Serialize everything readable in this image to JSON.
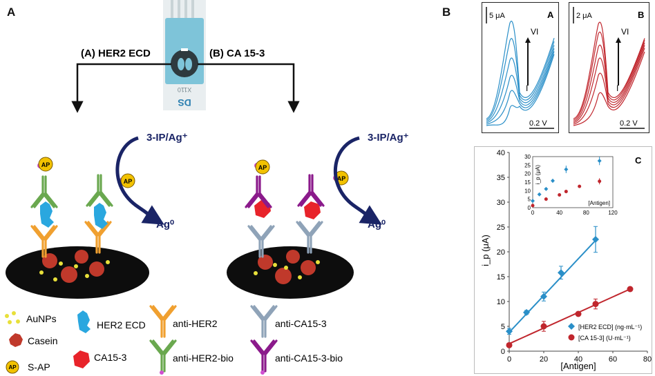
{
  "panels": {
    "A": "A",
    "B": "B"
  },
  "scheme": {
    "branch_left": "(A) HER2 ECD",
    "branch_right": "(B) CA 15-3",
    "electrode_text_1": "DS",
    "electrode_text_2": "X110",
    "reagent_left": "3-IP/Ag⁺",
    "product_left": "Ag⁰",
    "reagent_right": "3-IP/Ag⁺",
    "product_right": "Ag⁰",
    "ap_label": "AP",
    "colors": {
      "electrode_blue": "#7ec4d9",
      "anti_her2": "#f0a030",
      "anti_her2_bio": "#6aa84f",
      "anti_ca153": "#8fa3b8",
      "anti_ca153_bio": "#8b1a8b",
      "her2": "#2aa7df",
      "ca153": "#e8232a",
      "casein": "#c0392b",
      "aunp": "#e8e03a",
      "ap": "#f2c200",
      "arrow": "#1a2466"
    }
  },
  "legend": {
    "aunps": "AuNPs",
    "casein": "Casein",
    "sap": "S-AP",
    "her2": "HER2 ECD",
    "ca153": "CA15-3",
    "anti_her2": "anti-HER2",
    "anti_her2_bio": "anti-HER2-bio",
    "anti_ca153": "anti-CA15-3",
    "anti_ca153_bio": "anti-CA15-3-bio"
  },
  "cv_plots": [
    {
      "letter": "A",
      "scale": "5 μA",
      "xscale": "0.2 V",
      "top_label": "VI",
      "bottom_label": "I",
      "color": "#2a8fc8",
      "peak_heights": [
        0.18,
        0.32,
        0.46,
        0.62,
        0.8,
        0.96
      ]
    },
    {
      "letter": "B",
      "scale": "2 μA",
      "xscale": "0.2 V",
      "top_label": "VI",
      "bottom_label": "I",
      "color": "#c0262d",
      "peak_heights": [
        0.3,
        0.48,
        0.62,
        0.74,
        0.86,
        0.95
      ]
    }
  ],
  "chart_data": {
    "type": "scatter",
    "panel_letter": "C",
    "xlabel": "[Antigen]",
    "ylabel": "i_p (μA)",
    "xlim": [
      0,
      80
    ],
    "ylim": [
      0,
      40
    ],
    "xticks": [
      0,
      20,
      40,
      60,
      80
    ],
    "yticks": [
      0,
      5,
      10,
      15,
      20,
      25,
      30,
      35,
      40
    ],
    "series": [
      {
        "name": "[HER2 ECD] (ng·mL⁻¹)",
        "color": "#2a8fc8",
        "marker": "diamond",
        "x": [
          0,
          10,
          20,
          30,
          50
        ],
        "y": [
          4.0,
          7.8,
          11.0,
          15.8,
          22.5
        ],
        "err": [
          0.6,
          0.4,
          0.9,
          1.3,
          2.6
        ],
        "fit": [
          [
            0,
            3.8
          ],
          [
            50,
            22.3
          ]
        ]
      },
      {
        "name": "[CA 15-3] (U·mL⁻¹)",
        "color": "#c0262d",
        "marker": "circle",
        "x": [
          0,
          20,
          40,
          50,
          70
        ],
        "y": [
          1.2,
          5.0,
          7.5,
          9.5,
          12.5
        ],
        "err": [
          0.2,
          1.0,
          0.3,
          1.0,
          0.4
        ],
        "fit": [
          [
            0,
            1.5
          ],
          [
            70,
            12.5
          ]
        ]
      }
    ],
    "inset": {
      "xlabel": "[Antigen]",
      "ylabel": "i_p (μA)",
      "xlim": [
        0,
        120
      ],
      "ylim": [
        0,
        30
      ],
      "xticks": [
        0,
        40,
        80,
        120
      ],
      "yticks": [
        0,
        5,
        10,
        15,
        20,
        25,
        30
      ],
      "series": [
        {
          "color": "#2a8fc8",
          "marker": "diamond",
          "x": [
            0,
            10,
            20,
            30,
            50,
            100
          ],
          "y": [
            4.0,
            7.8,
            11.0,
            15.8,
            22.5,
            27.5
          ],
          "err": [
            0.5,
            0.5,
            0.8,
            1.2,
            2.2,
            2.5
          ]
        },
        {
          "color": "#c0262d",
          "marker": "circle",
          "x": [
            0,
            20,
            40,
            50,
            70,
            100
          ],
          "y": [
            1.2,
            5.0,
            7.5,
            9.5,
            12.5,
            15.5
          ],
          "err": [
            0.2,
            1.0,
            0.3,
            1.0,
            0.4,
            1.8
          ]
        }
      ]
    }
  }
}
